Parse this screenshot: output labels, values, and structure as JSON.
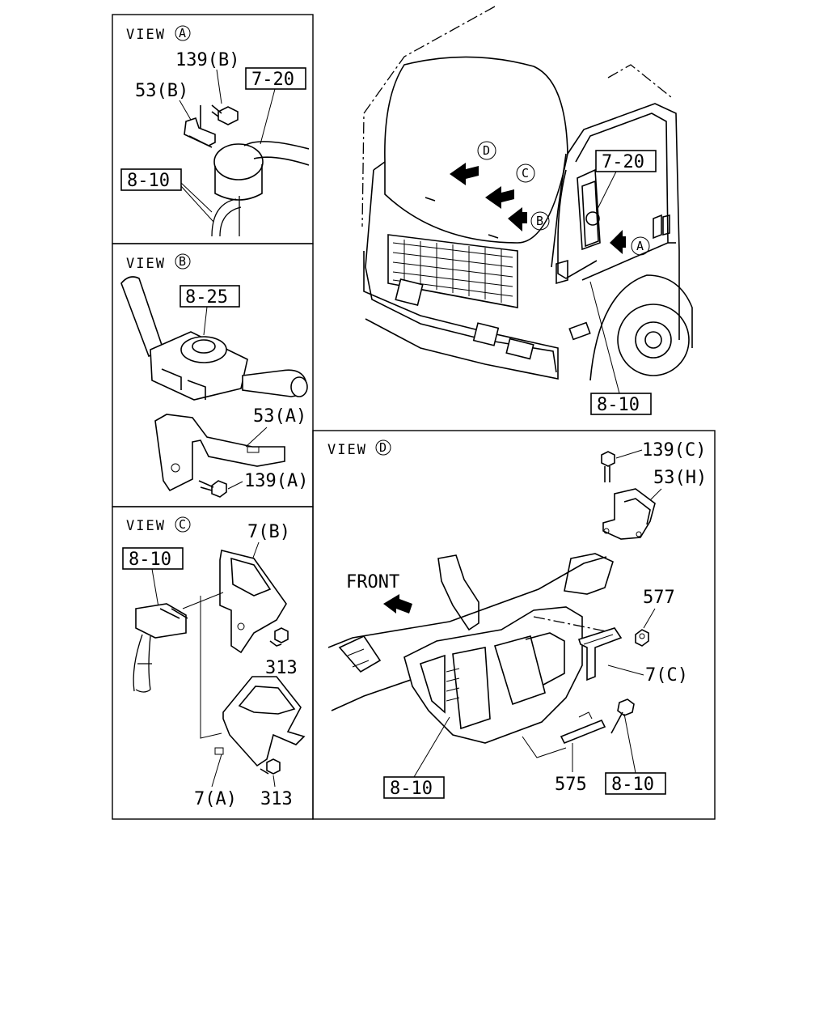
{
  "views": {
    "a": {
      "title": "VIEW",
      "marker": "A"
    },
    "b": {
      "title": "VIEW",
      "marker": "B"
    },
    "c": {
      "title": "VIEW",
      "marker": "C"
    },
    "d": {
      "title": "VIEW",
      "marker": "D"
    }
  },
  "labels": {
    "view_a": {
      "bolt": "139(B)",
      "bracket": "53(B)",
      "box_top": "7-20",
      "box_harness": "8-10"
    },
    "view_b": {
      "box_switch": "8-25",
      "bracket": "53(A)",
      "bolt": "139(A)"
    },
    "view_c": {
      "bracket_b": "7(B)",
      "box_harness": "8-10",
      "bolt_top": "313",
      "bolt_bottom": "313",
      "bracket_a": "7(A)"
    },
    "main": {
      "box_top": "7-20",
      "box_bottom": "8-10",
      "marker_a": "A",
      "marker_b": "B",
      "marker_c": "C",
      "marker_d": "D"
    },
    "view_d": {
      "bolt": "139(C)",
      "bracket_h": "53(H)",
      "front": "FRONT",
      "nut": "577",
      "bracket_c": "7(C)",
      "clip": "575",
      "box_left": "8-10",
      "box_right": "8-10"
    }
  },
  "colors": {
    "line": "#000000",
    "background": "#ffffff"
  }
}
